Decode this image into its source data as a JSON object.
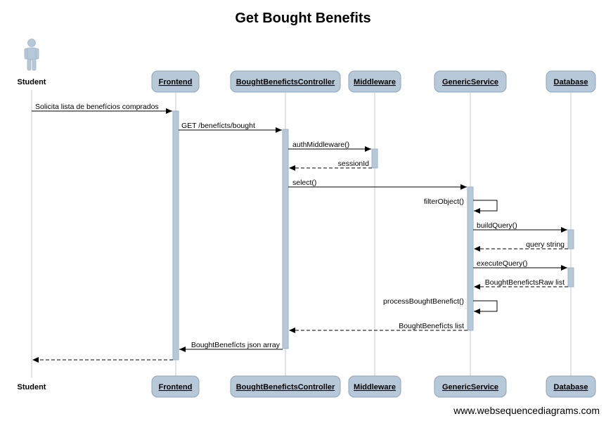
{
  "title": "Get Bought Benefits",
  "actor": {
    "name": "Student",
    "icon": "person-icon"
  },
  "participants": [
    "Frontend",
    "BoughtBenefictsController",
    "Middleware",
    "GenericService",
    "Database"
  ],
  "messages": [
    {
      "label": "Solicita lista de benefícios comprados",
      "type": "sync"
    },
    {
      "label": "GET /benefícts/bought",
      "type": "sync"
    },
    {
      "label": "authMiddleware()",
      "type": "sync"
    },
    {
      "label": "sessionId",
      "type": "return"
    },
    {
      "label": "select()",
      "type": "sync"
    },
    {
      "label": "filterObject()",
      "type": "self"
    },
    {
      "label": "buildQuery()",
      "type": "sync"
    },
    {
      "label": "query string",
      "type": "return"
    },
    {
      "label": "executeQuery()",
      "type": "sync"
    },
    {
      "label": "BoughtBenefictsRaw list",
      "type": "return"
    },
    {
      "label": "processBoughtBenefict()",
      "type": "self"
    },
    {
      "label": "BoughtBenefícts list",
      "type": "return"
    },
    {
      "label": "BoughtBenefícts json array",
      "type": "sync"
    },
    {
      "label": "",
      "type": "return"
    }
  ],
  "footer": "www.websequencediagrams.com",
  "colors": {
    "box": "#b7c8d8",
    "box_border": "#8fa4b8",
    "lifeline": "#c8c8c8"
  }
}
